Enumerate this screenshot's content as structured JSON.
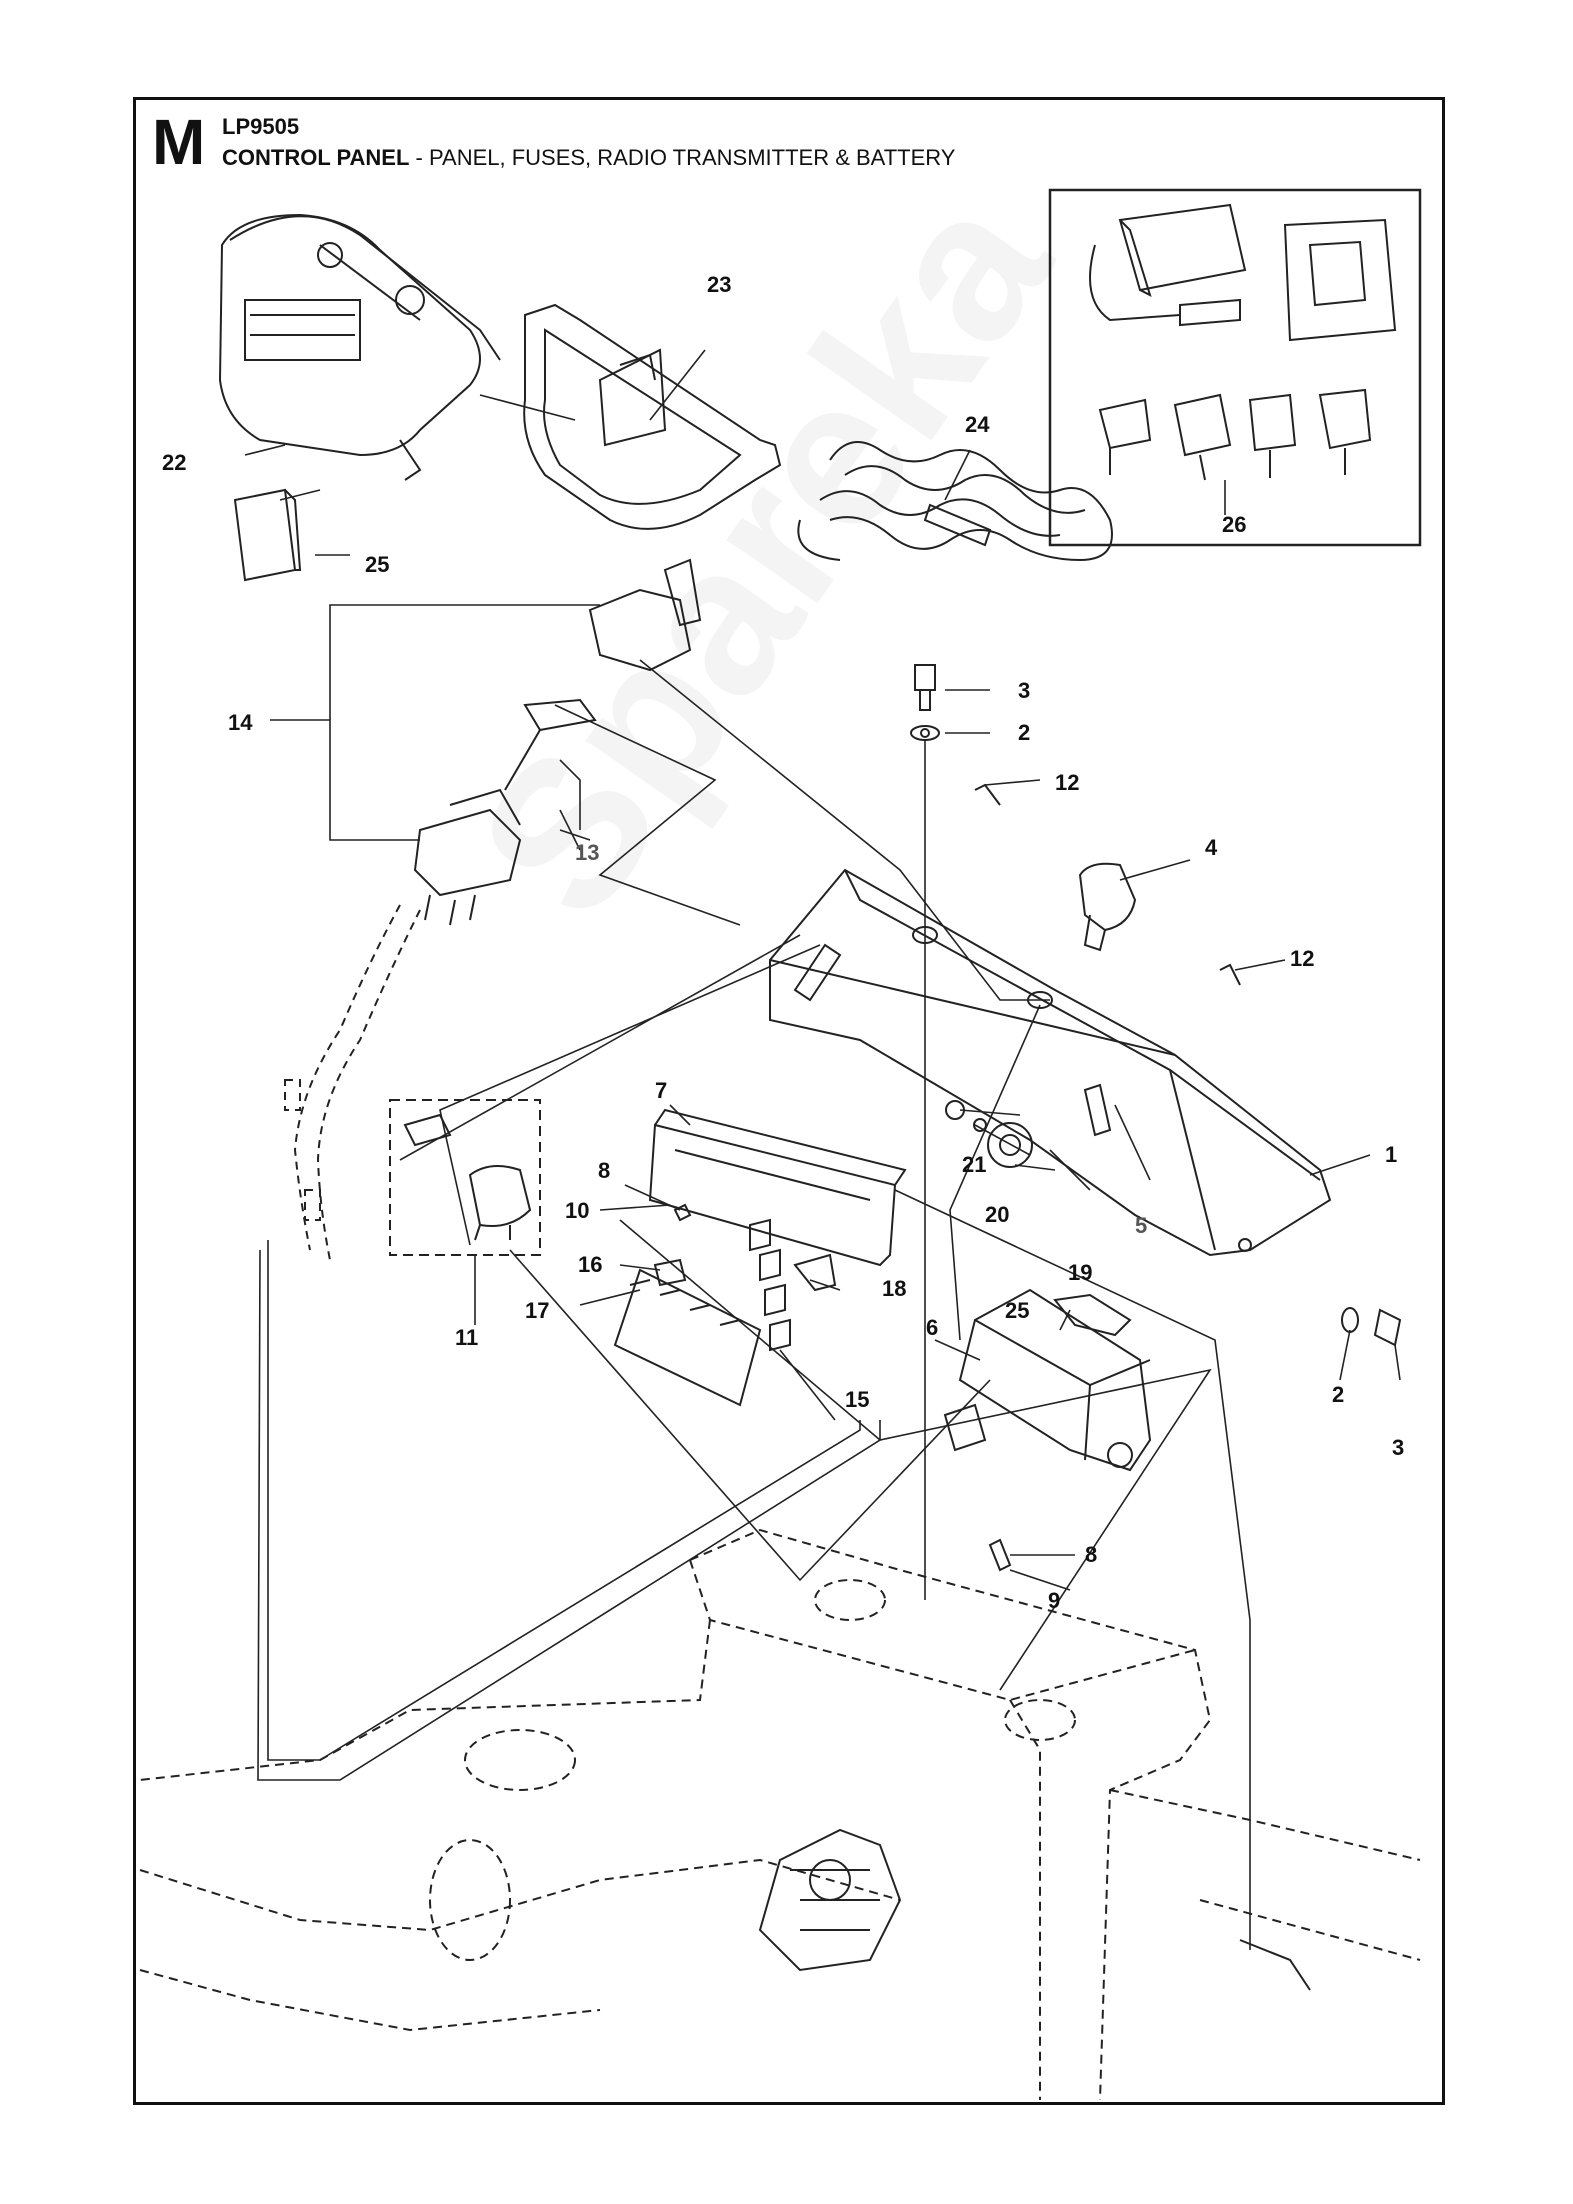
{
  "header": {
    "section_letter": "M",
    "model": "LP9505",
    "title_bold": "CONTROL PANEL",
    "title_rest": " - PANEL, FUSES, RADIO TRANSMITTER & BATTERY"
  },
  "callouts": {
    "c1": "1",
    "c2a": "2",
    "c2b": "2",
    "c3a": "3",
    "c3b": "3",
    "c4": "4",
    "c5": "5",
    "c6": "6",
    "c7": "7",
    "c8a": "8",
    "c8b": "8",
    "c9": "9",
    "c10": "10",
    "c11": "11",
    "c12a": "12",
    "c12b": "12",
    "c13": "13",
    "c14": "14",
    "c15": "15",
    "c16": "16",
    "c17": "17",
    "c18": "18",
    "c19": "19",
    "c20": "20",
    "c21": "21",
    "c22": "22",
    "c23": "23",
    "c24": "24",
    "c25a": "25",
    "c25b": "25",
    "c26": "26"
  },
  "watermark": "Spareka"
}
